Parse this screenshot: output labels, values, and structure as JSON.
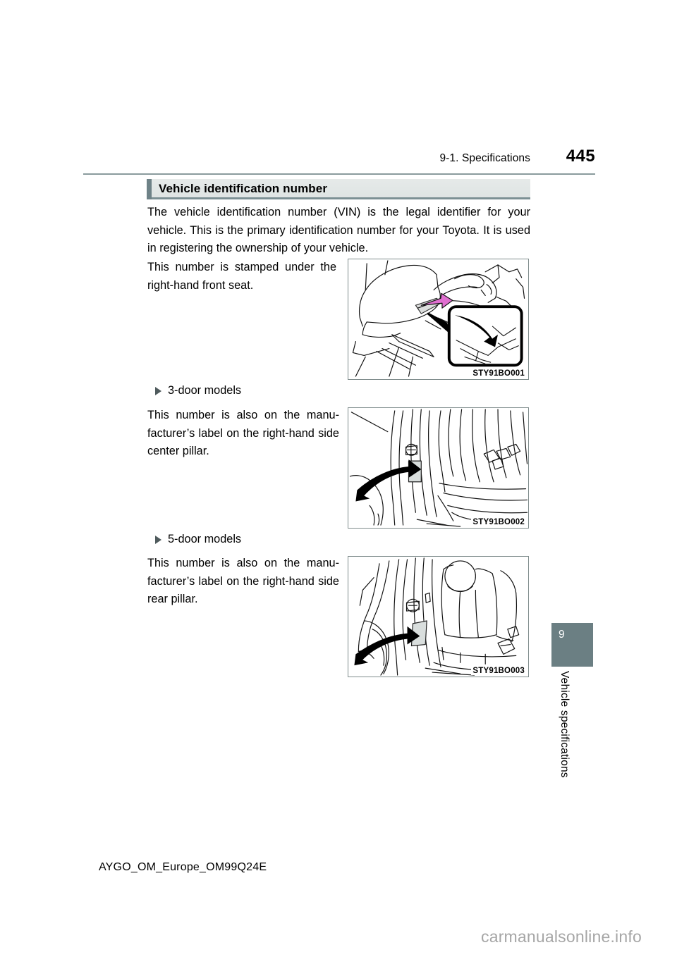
{
  "header": {
    "chapter_title": "9-1. Specifications",
    "page_number": "445"
  },
  "section": {
    "heading": "Vehicle identification number",
    "accent_color": "#6e8287",
    "bar_background": "#e1e6e5"
  },
  "body": {
    "intro_paragraph": "The vehicle identification number (VIN) is the legal identifier for your vehicle. This is the primary identification number for your Toyota. It is used in registering the ownership of your vehicle.",
    "stamped_paragraph": "This number is stamped under the right-hand front seat.",
    "three_door_label": "3-door models",
    "three_door_paragraph": "This number is also on the manu-facturer’s label on the right-hand side center pillar.",
    "five_door_label": "5-door models",
    "five_door_paragraph": "This number is also on the manu-facturer’s label on the right-hand side rear pillar."
  },
  "figures": [
    {
      "caption": "STY91BO001",
      "description": "front seat with VIN stamping location and callout detail",
      "highlight_color": "#e06fd0"
    },
    {
      "caption": "STY91BO002",
      "description": "right-hand side center pillar manufacturer label",
      "highlight_color": "#d9dedd"
    },
    {
      "caption": "STY91BO003",
      "description": "right-hand side rear pillar manufacturer label",
      "highlight_color": "#d9dedd"
    }
  ],
  "side_tab": {
    "chapter_number": "9",
    "chapter_label": "Vehicle specifications",
    "color": "#6b7f83"
  },
  "footer": {
    "document_code": "AYGO_OM_Europe_OM99Q24E",
    "watermark": "carmanualsonline.info"
  }
}
